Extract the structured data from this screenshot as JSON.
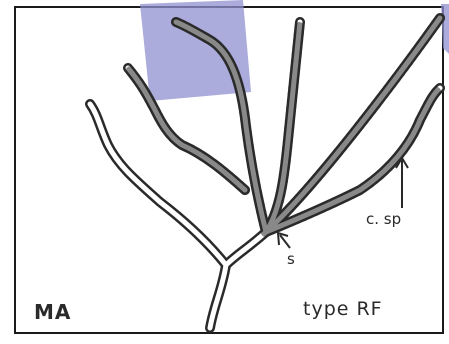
{
  "figure": {
    "corner_label": "MA",
    "type_label": "type RF",
    "annotations": {
      "c_sp": "c. sp",
      "s": "s"
    },
    "highlight_color": "#8f8fd0",
    "ink_color": "#2a2a2a"
  }
}
